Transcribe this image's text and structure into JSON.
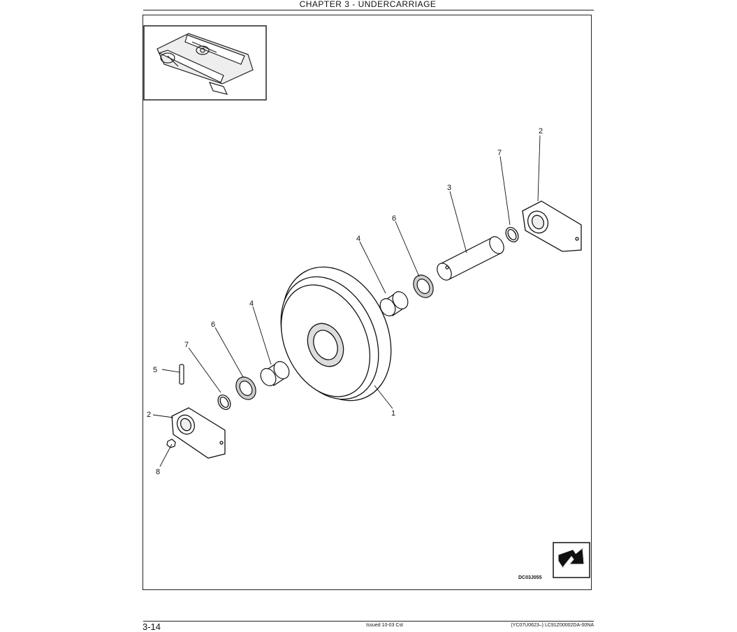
{
  "header": {
    "title": "CHAPTER 3 - UNDERCARRIAGE"
  },
  "figure": {
    "code": "DC03J055",
    "callouts": [
      "2",
      "7",
      "3",
      "6",
      "4",
      "4",
      "6",
      "7",
      "5",
      "2",
      "8",
      "1"
    ],
    "icons": [
      "machine-locator-inset",
      "arrow-pointer-icon"
    ]
  },
  "footer": {
    "page_number": "3-14",
    "issued": "Issued 10-03   Cst",
    "doc_ref": "(YC07U0623–)   LC91Z00002DA-00NA"
  }
}
